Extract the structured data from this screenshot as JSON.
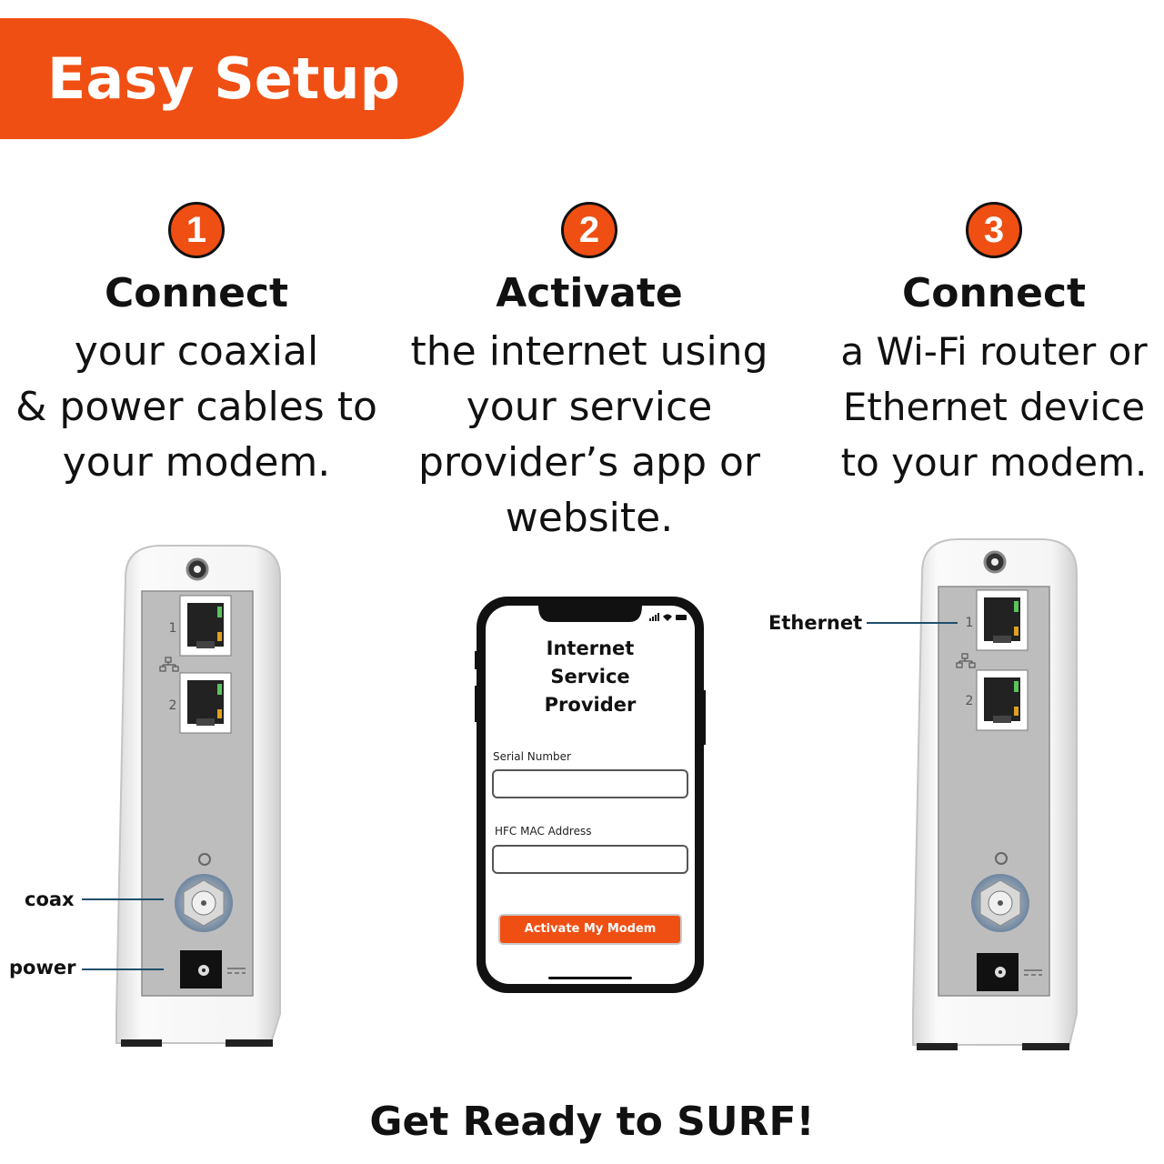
{
  "banner": {
    "title": "Easy Setup"
  },
  "steps": [
    {
      "number": "1",
      "title": "Connect",
      "lines": [
        "your coaxial",
        "& power cables to",
        "your modem."
      ]
    },
    {
      "number": "2",
      "title": "Activate",
      "lines": [
        "the internet using",
        "your service",
        "provider’s app or",
        "website."
      ]
    },
    {
      "number": "3",
      "title": "Connect",
      "lines": [
        "a Wi-Fi router or",
        "Ethernet device",
        "to your modem."
      ]
    }
  ],
  "modem_left": {
    "port_1_label": "1",
    "port_2_label": "2",
    "coax_label": "coax",
    "power_label": "power"
  },
  "modem_right": {
    "port_1_label": "1",
    "port_2_label": "2",
    "ethernet_label": "Ethernet"
  },
  "phone": {
    "title_lines": [
      "Internet",
      "Service",
      "Provider"
    ],
    "serial_label": "Serial Number",
    "mac_label": "HFC MAC Address",
    "button_label": "Activate My Modem"
  },
  "footer": {
    "text": "Get Ready to SURF!"
  },
  "colors": {
    "accent": "#f04f13",
    "leader_line": "#1f4e6b"
  }
}
